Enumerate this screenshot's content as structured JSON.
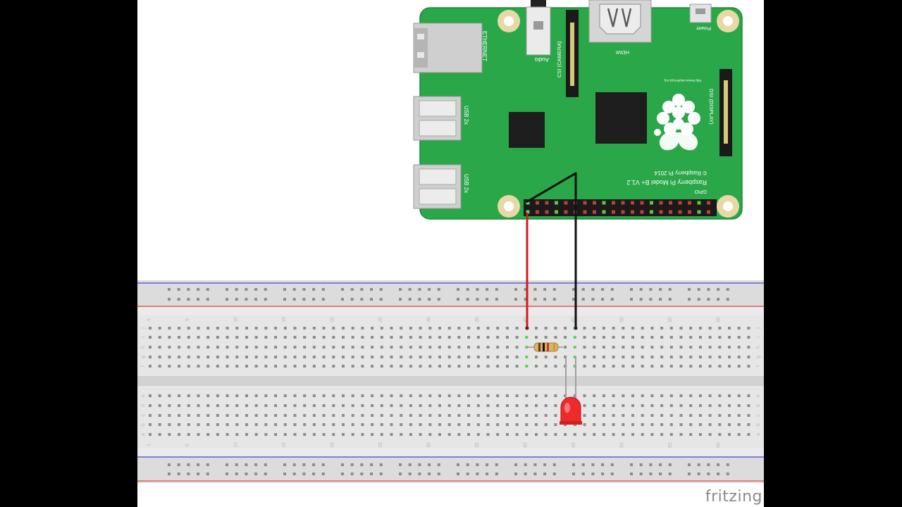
{
  "board": {
    "model_line1": "Raspberry Pi Model B+ V1.2",
    "model_line2": "© Raspberry Pi 2014",
    "url": "http://www.raspberrypi.org",
    "labels": {
      "ethernet": "ETHERNET",
      "usb_top": "USB 2x",
      "usb_bottom": "USB 2x",
      "audio": "Audio",
      "csi": "CSI (CAMERA)",
      "hdmi": "HDMI",
      "power": "Power",
      "dsi": "DSI (DISPLAY)",
      "gpio": "GPIO"
    },
    "colors": {
      "pcb": "#2aa748",
      "pcb_edge": "#1d8a39"
    }
  },
  "breadboard": {
    "column_numbers": [
      "1",
      "5",
      "10",
      "15",
      "20",
      "25",
      "30",
      "35",
      "40",
      "45",
      "50",
      "55",
      "60"
    ],
    "rows_top": [
      "j",
      "i",
      "h",
      "g",
      "f"
    ],
    "rows_bottom": [
      "e",
      "d",
      "c",
      "b",
      "a"
    ],
    "colors": {
      "rail_red": "#e04848",
      "rail_blue": "#4848d8"
    }
  },
  "wires": {
    "red": "#d41a1a",
    "black": "#111111"
  },
  "components": {
    "resistor": "resistor",
    "led": "red-led"
  },
  "branding": {
    "logo": "fritzing"
  }
}
